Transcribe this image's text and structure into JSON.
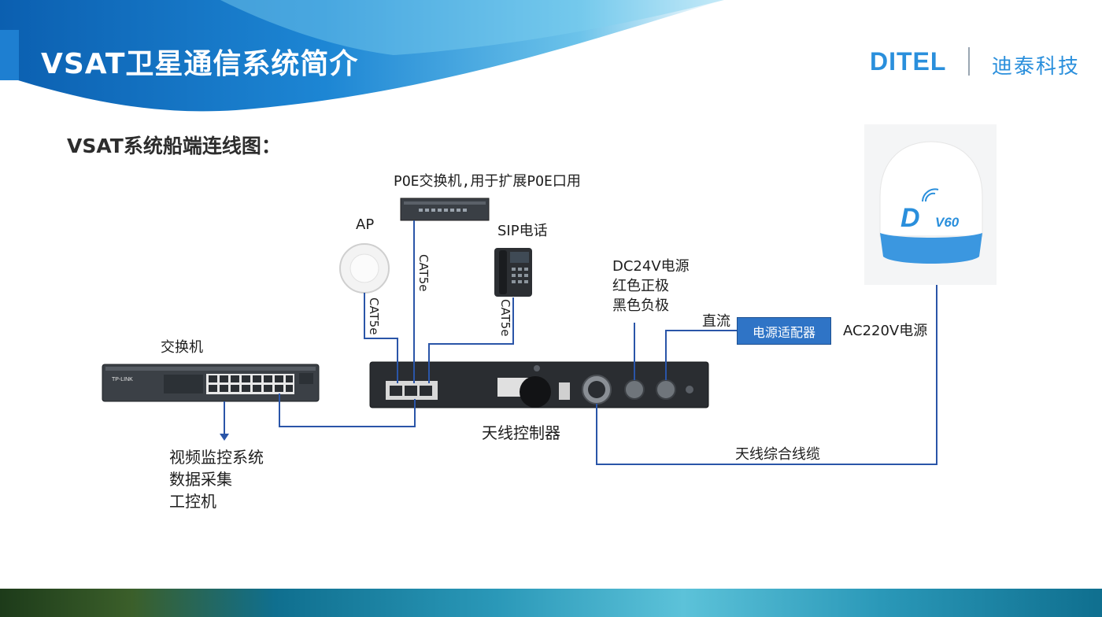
{
  "header": {
    "title": "VSAT卫星通信系统简介"
  },
  "logo": {
    "en": "DITEL",
    "cn": "迪泰科技"
  },
  "subtitle": "VSAT系统船端连线图：",
  "devices": {
    "poe_switch": "POE交换机,用于扩展POE口用",
    "ap": "AP",
    "sip_phone": "SIP电话",
    "switch": "交换机",
    "controller": "天线控制器",
    "adapter": "电源适配器",
    "antenna_brand": "D",
    "antenna_model": "V60",
    "switch_brand": "TP-LINK"
  },
  "labels": {
    "cat5e": "CAT5e",
    "dc_power_1": "DC24V电源",
    "dc_power_2": "红色正极",
    "dc_power_3": "黑色负极",
    "dc": "直流",
    "ac_power": "AC220V电源",
    "antenna_cable": "天线综合线缆",
    "switch_uses": [
      "视频监控系统",
      "数据采集",
      "工控机"
    ]
  },
  "colors": {
    "line": "#2a55a8",
    "accent": "#2a8fdc",
    "adapter": "#2f74c6"
  }
}
